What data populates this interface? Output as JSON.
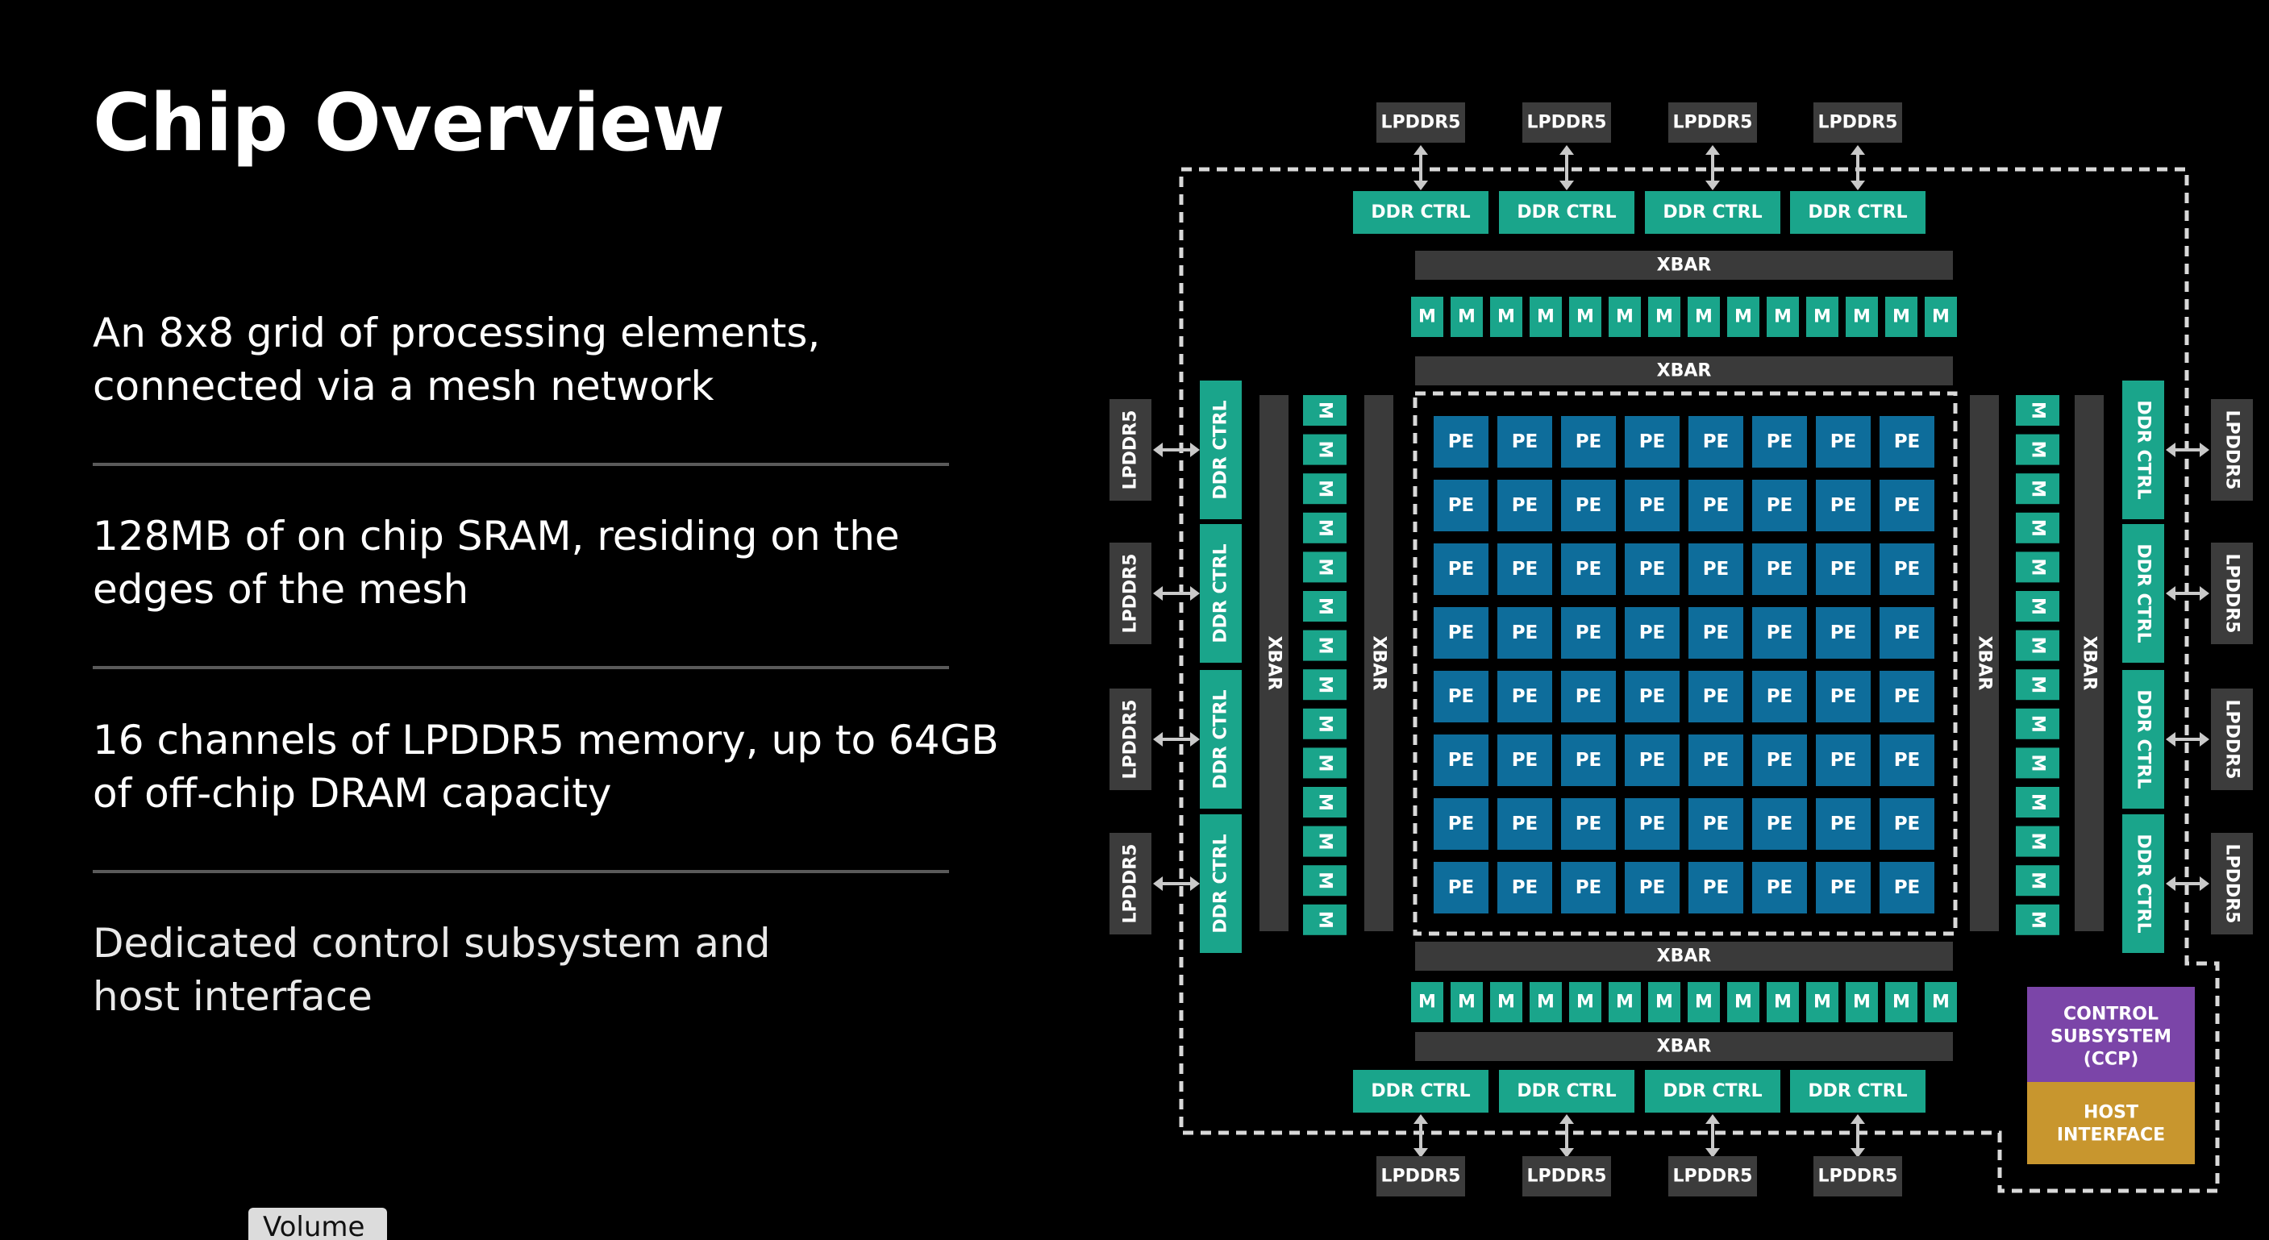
{
  "slide": {
    "title": "Chip Overview",
    "bullets": [
      [
        "An 8x8 grid of processing elements,",
        "connected via a mesh network"
      ],
      [
        "128MB of on chip SRAM, residing on the",
        "edges of the mesh"
      ],
      [
        "16 channels of LPDDR5 memory, up to 64GB",
        "of off-chip DRAM capacity"
      ],
      [
        "Dedicated control subsystem and",
        "host interface"
      ]
    ]
  },
  "diagram": {
    "pe_label": "PE",
    "pe_grid": {
      "rows": 8,
      "cols": 8
    },
    "memory_label": "M",
    "memory_blocks_per_side": 14,
    "xbar_label": "XBAR",
    "ddr_ctrl_label": "DDR CTRL",
    "ddr_ctrl_per_side": 4,
    "lpddr5_label": "LPDDR5",
    "lpddr5_per_side": 4,
    "control_subsystem_label": [
      "CONTROL",
      "SUBSYSTEM",
      "(CCP)"
    ],
    "host_interface_label": [
      "HOST",
      "INTERFACE"
    ],
    "colors": {
      "pe": "#0e6d9b",
      "memory": "#1aa58b",
      "ddr_ctrl": "#1aa58b",
      "xbar": "#3a3a3a",
      "lpddr5": "#3c3c3c",
      "control_subsystem": "#7b45a8",
      "host_interface": "#c8962e",
      "dashed_border": "#d9d9d9",
      "arrow": "#c9c9c9"
    }
  },
  "overlay": {
    "volume_label": "Volume"
  }
}
